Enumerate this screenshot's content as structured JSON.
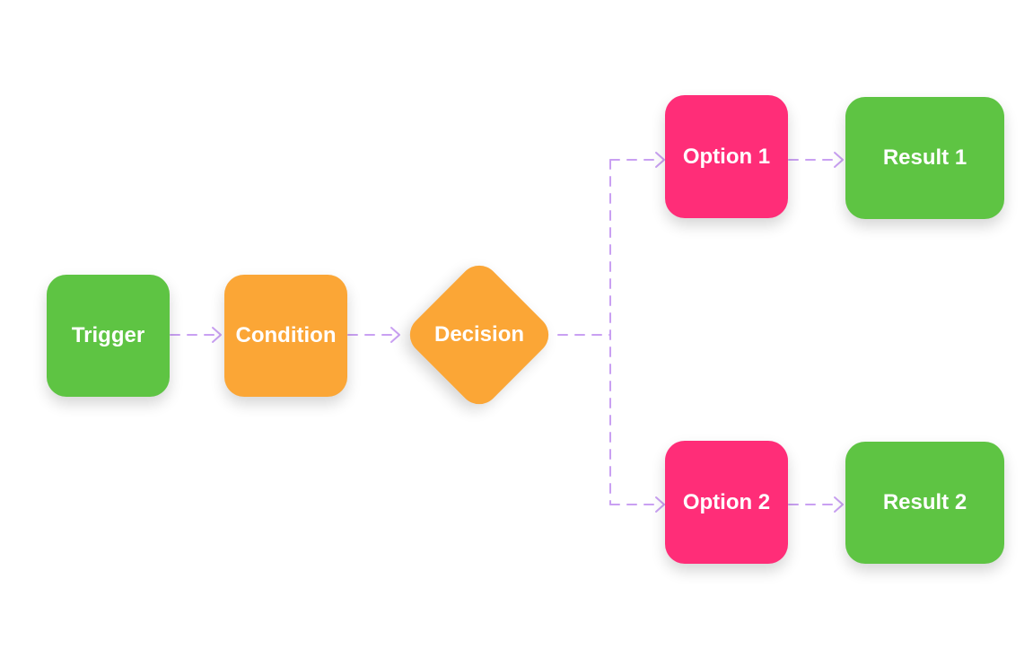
{
  "colors": {
    "trigger": "#5ec443",
    "condition": "#fba636",
    "decision": "#fba636",
    "option": "#ff2d78",
    "result": "#5ec443",
    "connector": "#c9a0f2"
  },
  "nodes": {
    "trigger": {
      "label": "Trigger",
      "shape": "rounded-square"
    },
    "condition": {
      "label": "Condition",
      "shape": "rounded-square"
    },
    "decision": {
      "label": "Decision",
      "shape": "diamond"
    },
    "option_1": {
      "label": "Option 1",
      "shape": "rounded-square"
    },
    "option_2": {
      "label": "Option 2",
      "shape": "rounded-square"
    },
    "result_1": {
      "label": "Result 1",
      "shape": "rounded-rect"
    },
    "result_2": {
      "label": "Result 2",
      "shape": "rounded-rect"
    }
  },
  "edges": [
    {
      "from": "trigger",
      "to": "condition",
      "style": "dashed-arrow"
    },
    {
      "from": "condition",
      "to": "decision",
      "style": "dashed-arrow"
    },
    {
      "from": "decision",
      "to": "option_1",
      "style": "dashed-arrow"
    },
    {
      "from": "decision",
      "to": "option_2",
      "style": "dashed-arrow"
    },
    {
      "from": "option_1",
      "to": "result_1",
      "style": "dashed-arrow"
    },
    {
      "from": "option_2",
      "to": "result_2",
      "style": "dashed-arrow"
    }
  ]
}
